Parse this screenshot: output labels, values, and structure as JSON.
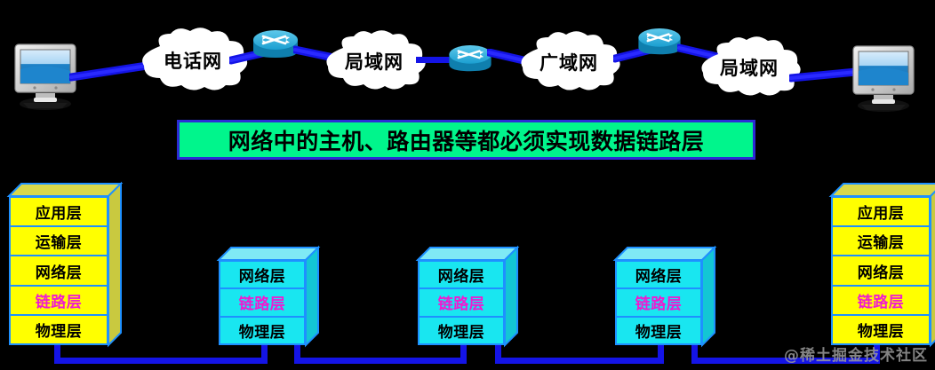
{
  "diagram": {
    "title_banner": "网络中的主机、路由器等都必须实现数据链路层",
    "watermark": "@稀土掘金技术社区",
    "colors": {
      "background": "#000000",
      "banner_fill": "#00f58c",
      "banner_border": "#2b2bd6",
      "link_line": "#1414e6",
      "stack_border": "#1e90ff",
      "host_stack_fill": "#ffff00",
      "router_stack_fill": "#19e6f0",
      "highlight_layer_text": "#f01ad0",
      "router_icon": "#1b9fd1",
      "cloud_fill": "#ffffff",
      "watermark_text": "#9a9a9a"
    }
  },
  "topology": {
    "nodes": [
      {
        "id": "host-left",
        "type": "computer",
        "label": ""
      },
      {
        "id": "cloud-1",
        "type": "cloud",
        "label": "电话网"
      },
      {
        "id": "router-1",
        "type": "router",
        "label": ""
      },
      {
        "id": "cloud-2",
        "type": "cloud",
        "label": "局域网"
      },
      {
        "id": "router-2",
        "type": "router",
        "label": ""
      },
      {
        "id": "cloud-3",
        "type": "cloud",
        "label": "广域网"
      },
      {
        "id": "router-3",
        "type": "router",
        "label": ""
      },
      {
        "id": "cloud-4",
        "type": "cloud",
        "label": "局域网"
      },
      {
        "id": "host-right",
        "type": "computer",
        "label": ""
      }
    ]
  },
  "stacks": [
    {
      "id": "stack-host-left",
      "kind": "host",
      "fill": "#ffff00",
      "layers": [
        {
          "label": "应用层",
          "highlight": false
        },
        {
          "label": "运输层",
          "highlight": false
        },
        {
          "label": "网络层",
          "highlight": false
        },
        {
          "label": "链路层",
          "highlight": true
        },
        {
          "label": "物理层",
          "highlight": false
        }
      ]
    },
    {
      "id": "stack-router-1",
      "kind": "router",
      "fill": "#19e6f0",
      "layers": [
        {
          "label": "网络层",
          "highlight": false
        },
        {
          "label": "链路层",
          "highlight": true
        },
        {
          "label": "物理层",
          "highlight": false
        }
      ]
    },
    {
      "id": "stack-router-2",
      "kind": "router",
      "fill": "#19e6f0",
      "layers": [
        {
          "label": "网络层",
          "highlight": false
        },
        {
          "label": "链路层",
          "highlight": true
        },
        {
          "label": "物理层",
          "highlight": false
        }
      ]
    },
    {
      "id": "stack-router-3",
      "kind": "router",
      "fill": "#19e6f0",
      "layers": [
        {
          "label": "网络层",
          "highlight": false
        },
        {
          "label": "链路层",
          "highlight": true
        },
        {
          "label": "物理层",
          "highlight": false
        }
      ]
    },
    {
      "id": "stack-host-right",
      "kind": "host",
      "fill": "#ffff00",
      "layers": [
        {
          "label": "应用层",
          "highlight": false
        },
        {
          "label": "运输层",
          "highlight": false
        },
        {
          "label": "网络层",
          "highlight": false
        },
        {
          "label": "链路层",
          "highlight": true
        },
        {
          "label": "物理层",
          "highlight": false
        }
      ]
    }
  ]
}
